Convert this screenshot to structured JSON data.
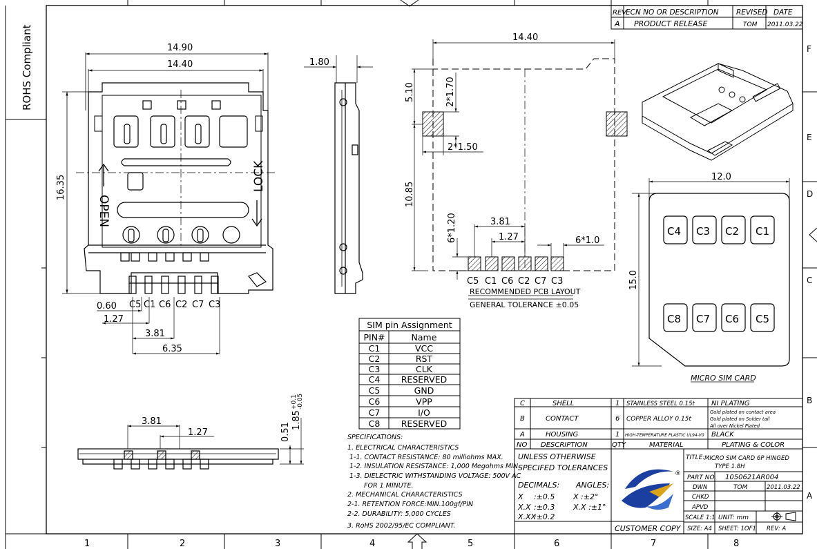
{
  "frame": {
    "side_label": "ROHS Compliant",
    "cols": [
      "1",
      "2",
      "3",
      "4",
      "5",
      "6",
      "7",
      "8"
    ],
    "rows": [
      "F",
      "E",
      "D",
      "C",
      "B",
      "A"
    ]
  },
  "revision": {
    "headers": [
      "REV.",
      "ECN NO OR DESCRIPTION",
      "REVISED",
      "DATE"
    ],
    "row": [
      "A",
      "PRODUCT RELEASE",
      "TOM",
      "2011.03.22"
    ]
  },
  "front_view": {
    "dim_width_total": "14.90",
    "dim_width": "14.40",
    "dim_height": "16.35",
    "lock_text": "LOCK",
    "open_text": "OPEN",
    "pin_labels": [
      "C5",
      "C1",
      "C6",
      "C2",
      "C7",
      "C3"
    ],
    "dim_060": "0.60",
    "dim_127": "1.27",
    "dim_381": "3.81",
    "dim_635": "6.35"
  },
  "side_view": {
    "dim": "1.80"
  },
  "bottom_view": {
    "dim_381": "3.81",
    "dim_127": "1.27",
    "dim_051": "0.51",
    "dim_185": "1.85",
    "tol_plus": "+0.1",
    "tol_minus": "-0.05"
  },
  "pcb": {
    "dim_1440": "14.40",
    "dim_510": "5.10",
    "dim_2x170": "2*1.70",
    "dim_2x150": "2*1.50",
    "dim_1085": "10.85",
    "dim_6x120": "6*1.20",
    "dim_381": "3.81",
    "dim_127": "1.27",
    "dim_6x10": "6*1.0",
    "pin_labels": [
      "C5",
      "C1",
      "C6",
      "C2",
      "C7",
      "C3"
    ],
    "caption": "RECOMMENDED PCB LAYOUT",
    "tolerance": "GENERAL TOLERANCE ±0.05"
  },
  "micro_sim": {
    "dim_width": "12.0",
    "dim_height": "15.0",
    "contacts_top": [
      "C4",
      "C3",
      "C2",
      "C1"
    ],
    "contacts_bottom": [
      "C8",
      "C7",
      "C6",
      "C5"
    ],
    "caption": "MICRO SIM CARD"
  },
  "pin_table": {
    "title": "SIM pin Assignment",
    "headers": [
      "PIN#",
      "Name"
    ],
    "rows": [
      [
        "C1",
        "VCC"
      ],
      [
        "C2",
        "RST"
      ],
      [
        "C3",
        "CLK"
      ],
      [
        "C4",
        "RESERVED"
      ],
      [
        "C5",
        "GND"
      ],
      [
        "C6",
        "VPP"
      ],
      [
        "C7",
        "I/O"
      ],
      [
        "C8",
        "RESERVED"
      ]
    ]
  },
  "specs": [
    "SPECIFICATIONS:",
    "1. ELECTRICAL CHARACTERISTICS",
    "1-1. CONTACT RESISTANCE: 80 milliohms  MAX.",
    "1-2. INSULATION RESISTANCE: 1,000 Megohms MIN.",
    "1-3. DIELECTRIC WITHSTANDING VOLTAGE: 500V AC",
    "FOR 1 MINUTE.",
    "2. MECHANICAL CHARACTERISTICS",
    "2-1. RETENTION FORCE:MIN.100gf/PIN",
    "2-2. DURABILITY: 5,000 CYCLES",
    "3. RoHS 2002/95/EC COMPLIANT."
  ],
  "bom": {
    "rows": [
      {
        "no": "C",
        "desc": "SHELL",
        "qty": "1",
        "mat": "STAINLESS STEEL 0.15t",
        "plating": [
          "NI PLATING"
        ]
      },
      {
        "no": "B",
        "desc": "CONTACT",
        "qty": "6",
        "mat": "COPPER ALLOY 0.15t",
        "plating": [
          "Gold plated on contact area",
          "Gold plated on Solder tail",
          "All over Nickel Plated ."
        ]
      },
      {
        "no": "A",
        "desc": "HOUSING",
        "qty": "1",
        "mat": "HIGH-TEMPERATURE PLASTIC UL94-V0",
        "plating": [
          "BLACK"
        ]
      }
    ],
    "headers": [
      "NO",
      "DESCRIPTION",
      "QTY",
      "MATERIAL",
      "PLATING & COLOR"
    ]
  },
  "title_block": {
    "tol_title1": "UNLESS OTHERWISE",
    "tol_title2": "SPECIFED TOLERANCES",
    "decimals": "DECIMALS:",
    "angles": "ANGLES:",
    "tol_rows": [
      [
        "X",
        "  :±0.5",
        "X  :±2°"
      ],
      [
        "X.X",
        "  :±0.3",
        "X.X :±1°"
      ],
      [
        "X.XX",
        "  :±0.2",
        ""
      ]
    ],
    "customer": "CUSTOMER COPY",
    "title_label": "TITLE:",
    "title1": "MICRO SIM CARD 6P HINGED",
    "title2": "TYPE 1.8H",
    "part_label": "PART NO.",
    "part_no": "1050621AR004",
    "dwn_label": "DWN",
    "dwn": "TOM",
    "dwn_date": "2011.03.22",
    "chkd_label": "CHKD",
    "apvd_label": "APVD",
    "scale": "SCALE 1:1",
    "unit": "UNIT:  mm",
    "size": "SIZE:  A4",
    "sheet": "SHEET:  1OF1",
    "rev": "REV:  A",
    "registered": "®"
  }
}
